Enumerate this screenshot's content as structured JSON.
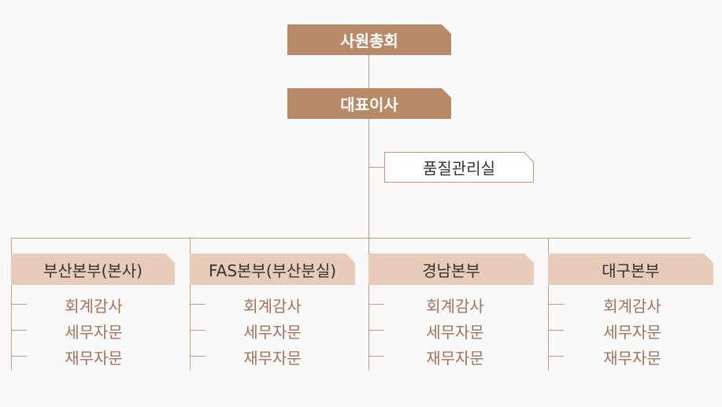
{
  "top": {
    "general_meeting": "사원총회",
    "ceo": "대표이사",
    "quality_office": "품질관리실"
  },
  "divisions": [
    {
      "name": "부산본부(본사)",
      "items": [
        "회계감사",
        "세무자문",
        "재무자문"
      ]
    },
    {
      "name": "FAS본부(부산분실)",
      "items": [
        "회계감사",
        "세무자문",
        "재무자문"
      ]
    },
    {
      "name": "경남본부",
      "items": [
        "회계감사",
        "세무자문",
        "재무자문"
      ]
    },
    {
      "name": "대구본부",
      "items": [
        "회계감사",
        "세무자문",
        "재무자문"
      ]
    }
  ],
  "colors": {
    "dark_box": "#b98a68",
    "light_box": "#e9cbb9",
    "line": "#c8977a",
    "sub_text": "#a0735a"
  }
}
